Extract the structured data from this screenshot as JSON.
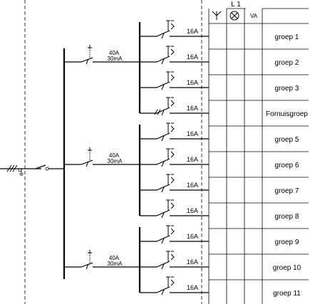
{
  "header": {
    "phase_label": "L 1",
    "col_va": "VA"
  },
  "main": {
    "rcd_rating": "40A",
    "rcd_sensitivity": "30mA"
  },
  "rcds": [
    {
      "rating": "40A",
      "sensitivity": "30mA"
    },
    {
      "rating": "40A",
      "sensitivity": "30mA"
    },
    {
      "rating": "40A",
      "sensitivity": "30mA"
    }
  ],
  "groups": [
    {
      "label": "groep 1",
      "breaker": "16A",
      "rcd": 0
    },
    {
      "label": "groep 2",
      "breaker": "16A",
      "rcd": 0
    },
    {
      "label": "groep 3",
      "breaker": "16A",
      "rcd": 0
    },
    {
      "label": "Fornuisgroep",
      "breaker": "16A",
      "rcd": 0,
      "three_phase": true
    },
    {
      "label": "groep 5",
      "breaker": "16A",
      "rcd": 1
    },
    {
      "label": "groep 6",
      "breaker": "16A",
      "rcd": 1
    },
    {
      "label": "groep 7",
      "breaker": "16A",
      "rcd": 1
    },
    {
      "label": "groep 8",
      "breaker": "16A",
      "rcd": 1
    },
    {
      "label": "groep 9",
      "breaker": "16A",
      "rcd": 2
    },
    {
      "label": "groep 10",
      "breaker": "16A",
      "rcd": 2
    },
    {
      "label": "groep 11",
      "breaker": "16A",
      "rcd": 2
    }
  ],
  "icons": {
    "col1": "antenna-icon",
    "col2": "lamp-icon"
  }
}
